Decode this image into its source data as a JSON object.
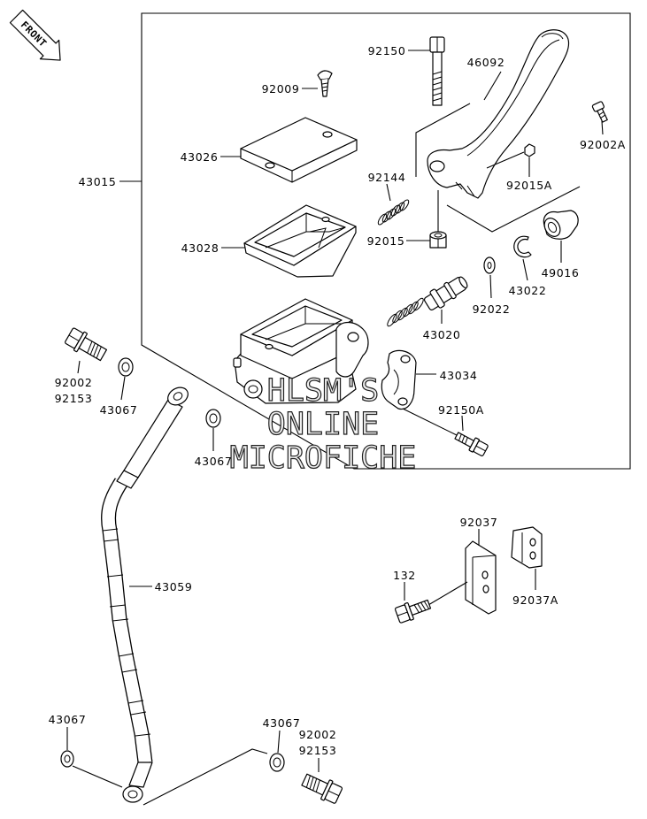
{
  "front_badge": "FRONT",
  "watermark": {
    "line1": "HLSM'S",
    "line2": "ONLINE",
    "line3": "MICROFICHE"
  },
  "callouts": [
    "92150",
    "46092",
    "92009",
    "92002A",
    "43026",
    "43015",
    "92144",
    "92015A",
    "43028",
    "92015",
    "49016",
    "43022",
    "92022",
    "43020",
    "43034",
    "92002",
    "92153",
    "43067",
    "92150A",
    "43067",
    "92037",
    "132",
    "43059",
    "92037A",
    "43067",
    "43067",
    "92002",
    "92153"
  ]
}
